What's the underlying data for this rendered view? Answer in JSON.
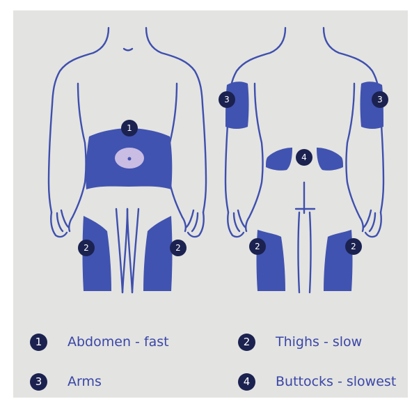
{
  "colors": {
    "background": "#e3e3e1",
    "body_outline": "#3e4fae",
    "zone_fill": "#4153b0",
    "navel_patch": "#c9bde3",
    "badge": "#1b2250",
    "legend_text": "#3a46a8"
  },
  "figure_badges": [
    {
      "number": "1",
      "zone": "abdomen"
    },
    {
      "number": "2",
      "zone": "front-thigh-left"
    },
    {
      "number": "2",
      "zone": "front-thigh-right"
    },
    {
      "number": "3",
      "zone": "back-arm-left"
    },
    {
      "number": "3",
      "zone": "back-arm-right"
    },
    {
      "number": "4",
      "zone": "buttocks"
    },
    {
      "number": "2",
      "zone": "back-thigh-left"
    },
    {
      "number": "2",
      "zone": "back-thigh-right"
    }
  ],
  "legend": [
    {
      "number": "1",
      "label": "Abdomen - fast"
    },
    {
      "number": "2",
      "label": "Thighs - slow"
    },
    {
      "number": "3",
      "label": "Arms"
    },
    {
      "number": "4",
      "label": "Buttocks - slowest"
    }
  ]
}
